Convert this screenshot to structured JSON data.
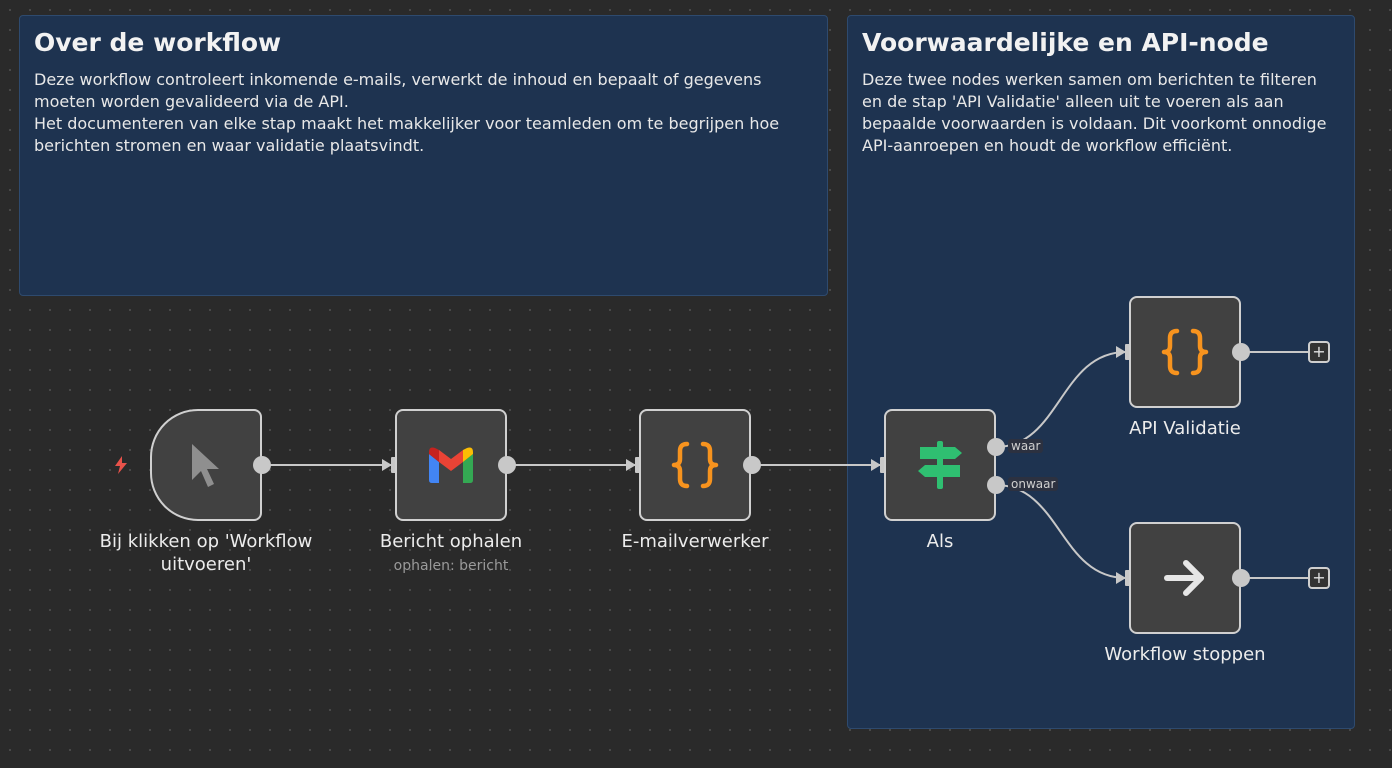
{
  "notes": [
    {
      "title": "Over de workflow",
      "body": "Deze workflow controleert inkomende e-mails, verwerkt de inhoud en bepaalt of gegevens\nmoeten worden gevalideerd via de API.\nHet documenteren van elke stap maakt het makkelijker voor teamleden om te begrijpen hoe\nberichten stromen en waar validatie plaatsvindt."
    },
    {
      "title": "Voorwaardelijke en API-node",
      "body": "Deze twee nodes werken samen om berichten te filteren\nen de stap 'API Validatie' alleen uit te voeren als aan\nbepaalde voorwaarden is voldaan. Dit voorkomt onnodige\nAPI-aanroepen en houdt de workflow efficiënt."
    }
  ],
  "nodes": {
    "trigger": {
      "label": "Bij klikken op 'Workflow\nuitvoeren'",
      "icon": "cursor-icon"
    },
    "gmail": {
      "label": "Bericht ophalen",
      "subtitle": "ophalen: bericht",
      "icon": "gmail-icon"
    },
    "code1": {
      "label": "E-mailverwerker",
      "icon": "code-braces-icon"
    },
    "if": {
      "label": "Als",
      "icon": "signpost-icon",
      "branch_true": "waar",
      "branch_false": "onwaar"
    },
    "api": {
      "label": "API Validatie",
      "icon": "code-braces-icon"
    },
    "stop": {
      "label": "Workflow stoppen",
      "icon": "arrow-right-icon"
    }
  },
  "plus_symbol": "+",
  "colors": {
    "canvas": "#2a2a2a",
    "sticky": "#1e3350",
    "node": "#414141",
    "code_orange": "#f7931e",
    "if_green": "#2fbf71",
    "trigger_bolt": "#e8524a"
  }
}
